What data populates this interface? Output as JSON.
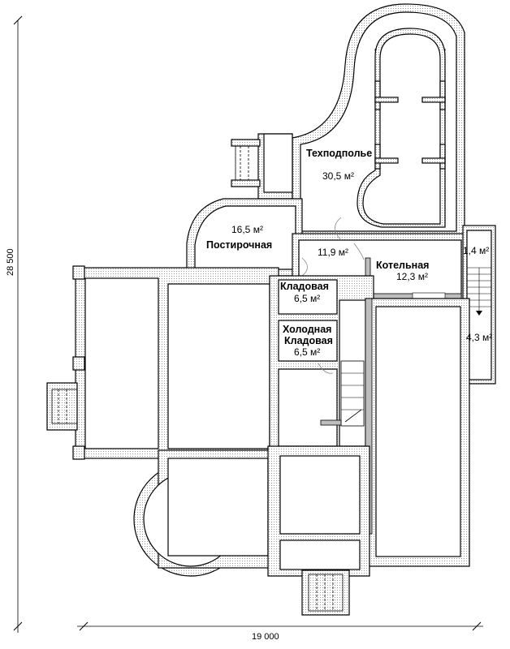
{
  "dimensions": {
    "height": "28 500",
    "width": "19 000"
  },
  "rooms": [
    {
      "name": "Техподполье",
      "area": "30,5 м²"
    },
    {
      "name": "Постирочная",
      "area": "16,5 м²"
    },
    {
      "name": "",
      "area": "11,9 м²"
    },
    {
      "name": "Котельная",
      "area": "12,3 м²"
    },
    {
      "name": "Кладовая",
      "area": "6,5 м²"
    },
    {
      "name_line1": "Холодная",
      "name_line2": "Кладовая",
      "area": "6,5 м²"
    },
    {
      "name": "",
      "area": "1,4 м²"
    },
    {
      "name": "",
      "area": "4,3 м²"
    }
  ]
}
